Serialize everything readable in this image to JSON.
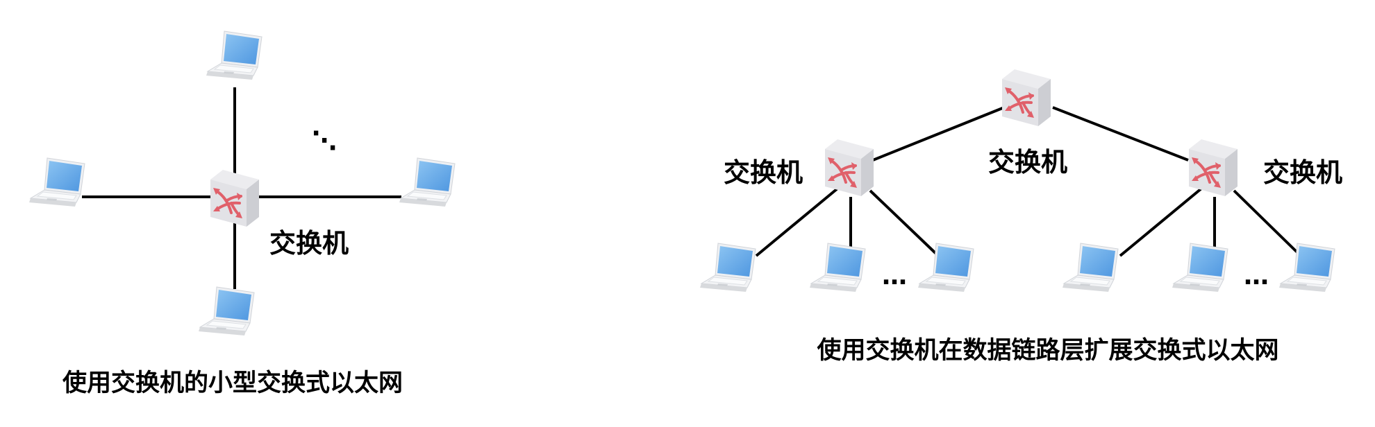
{
  "left_diagram": {
    "switch_label": "交换机",
    "ellipsis": "⋱",
    "caption": "使用交换机的小型交换式以太网"
  },
  "right_diagram": {
    "switch_labels": [
      "交换机",
      "交换机",
      "交换机"
    ],
    "ellipsis_left": "…",
    "ellipsis_right": "…",
    "caption": "使用交换机在数据链路层扩展交换式以太网"
  },
  "colors": {
    "screen": "#6aaee8",
    "arrows": "#e0606a",
    "switch_body": "#dcdce0"
  }
}
